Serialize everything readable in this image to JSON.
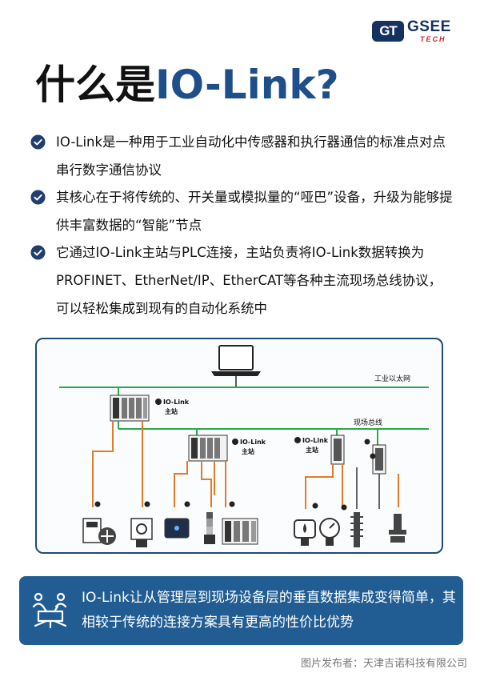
{
  "brand": {
    "logo_mark": "GT",
    "name": "GSEE",
    "sub": "TECH"
  },
  "title": {
    "part1": "什么是",
    "part2": "IO-Link?"
  },
  "bullets": [
    {
      "text": "IO-Link是一种用于工业自动化中传感器和执行器通信的标准点对点串行数字通信协议"
    },
    {
      "text": "其核心在于将传统的、开关量或模拟量的“哑巴”设备，升级为能够提供丰富数据的“智能”节点"
    },
    {
      "text": "它通过IO-Link主站与PLC连接，主站负责将IO-Link数据转换为PROFINET、EtherNet/IP、EtherCAT等各种主流现场总线协议，可以轻松集成到现有的自动化系统中"
    }
  ],
  "diagram": {
    "ethernet_label": "工业以太网",
    "fieldbus_label": "现场总线",
    "master_label_1": "IO-Link",
    "master_label_2": "主站",
    "colors": {
      "ethernet": "#2aa84a",
      "iolink": "#e07b2a",
      "device": "#333333"
    }
  },
  "banner": {
    "text": "IO-Link让从管理层到现场设备层的垂直数据集成变得简单，其相较于传统的连接方案具有更高的性价比优势"
  },
  "footer": {
    "text": "图片发布者：天津吉诺科技有限公司"
  },
  "accent_color": "#1e4f8a",
  "icons": [
    "check-circle-icon",
    "laptop-icon",
    "network-hierarchy-icon"
  ]
}
